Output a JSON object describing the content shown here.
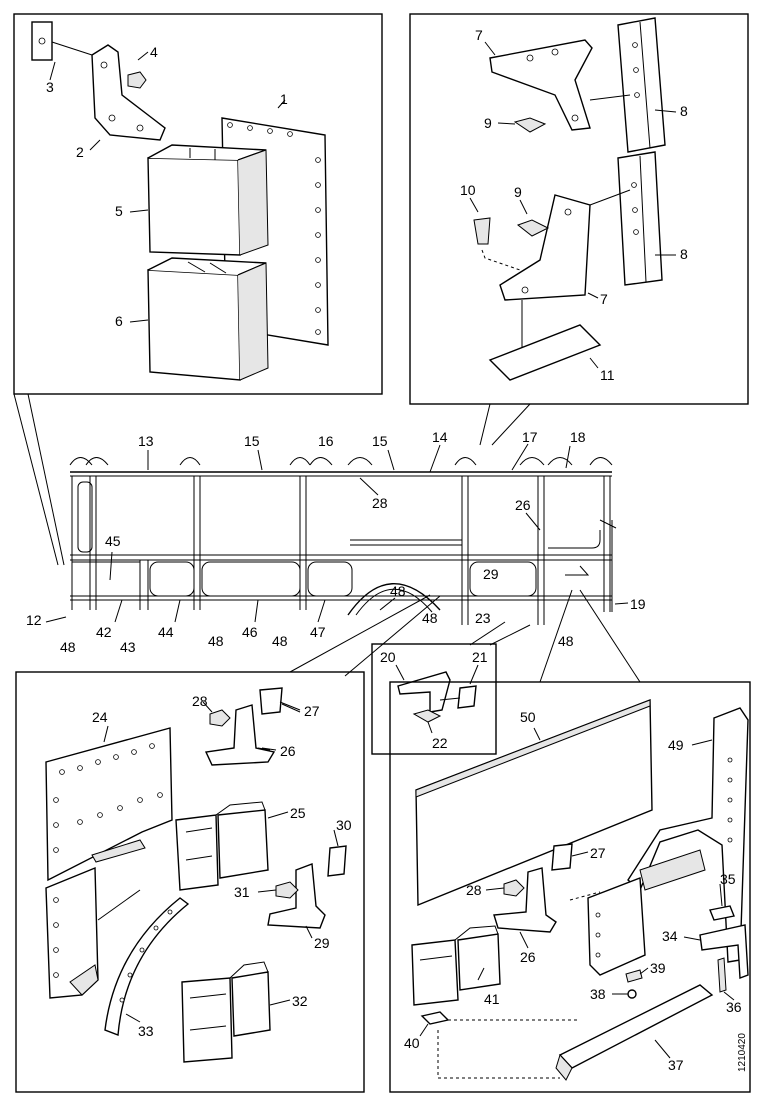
{
  "labels": {
    "p1": "1",
    "p2": "2",
    "p3": "3",
    "p4": "4",
    "p5": "5",
    "p6": "6",
    "p7a": "7",
    "p7b": "7",
    "p8a": "8",
    "p8b": "8",
    "p9a": "9",
    "p9b": "9",
    "p10": "10",
    "p11": "11",
    "p12": "12",
    "p13": "13",
    "p14": "14",
    "p15a": "15",
    "p15b": "15",
    "p16": "16",
    "p17": "17",
    "p18": "18",
    "p19": "19",
    "p20": "20",
    "p21": "21",
    "p22": "22",
    "p23": "23",
    "p24": "24",
    "p25": "25",
    "p26a": "26",
    "p26b": "26",
    "p26c": "26",
    "p27a": "27",
    "p27b": "27",
    "p28a": "28",
    "p28b": "28",
    "p28c": "28",
    "p29a": "29",
    "p29b": "29",
    "p30": "30",
    "p31": "31",
    "p32": "32",
    "p33": "33",
    "p34": "34",
    "p35": "35",
    "p36": "36",
    "p37": "37",
    "p38": "38",
    "p39": "39",
    "p40": "40",
    "p41": "41",
    "p42": "42",
    "p43": "43",
    "p44": "44",
    "p45": "45",
    "p46": "46",
    "p47": "47",
    "p48a": "48",
    "p48b": "48",
    "p48c": "48",
    "p48d": "48",
    "p48e": "48",
    "p48f": "48",
    "p49": "49",
    "p50": "50"
  },
  "figure_code": "1210420"
}
